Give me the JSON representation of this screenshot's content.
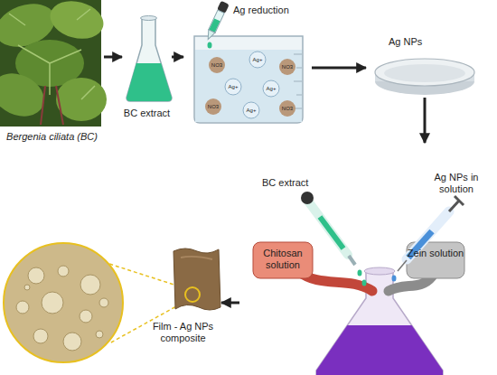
{
  "diagram": {
    "nodes": [
      {
        "text": [
          "Bergenia ciliata (BC)"
        ]
      },
      {
        "text": [
          "BC extract"
        ]
      },
      {
        "text": [
          "Ag reduction"
        ]
      },
      {
        "text": [
          "Ag NPs"
        ]
      },
      {
        "text": [
          "BC extract",
          "Ag NPs in solution",
          "Chitosan solution",
          "Zein solution"
        ]
      },
      {
        "text": [
          "Film - Ag NPs composite"
        ]
      }
    ],
    "edges": [
      {
        "from": 0,
        "to": 1,
        "arrow": "to"
      },
      {
        "from": 1,
        "to": 2,
        "arrow": "to"
      },
      {
        "from": 2,
        "to": 3,
        "arrow": "to"
      },
      {
        "from": 3,
        "to": 4,
        "arrow": "to"
      },
      {
        "from": 4,
        "to": 5,
        "arrow": "to"
      }
    ],
    "labels": [
      "NO3",
      "Ag+",
      "NO3",
      "Ag+",
      "Ag+",
      "NO3",
      "Ag+",
      "NO3"
    ]
  }
}
